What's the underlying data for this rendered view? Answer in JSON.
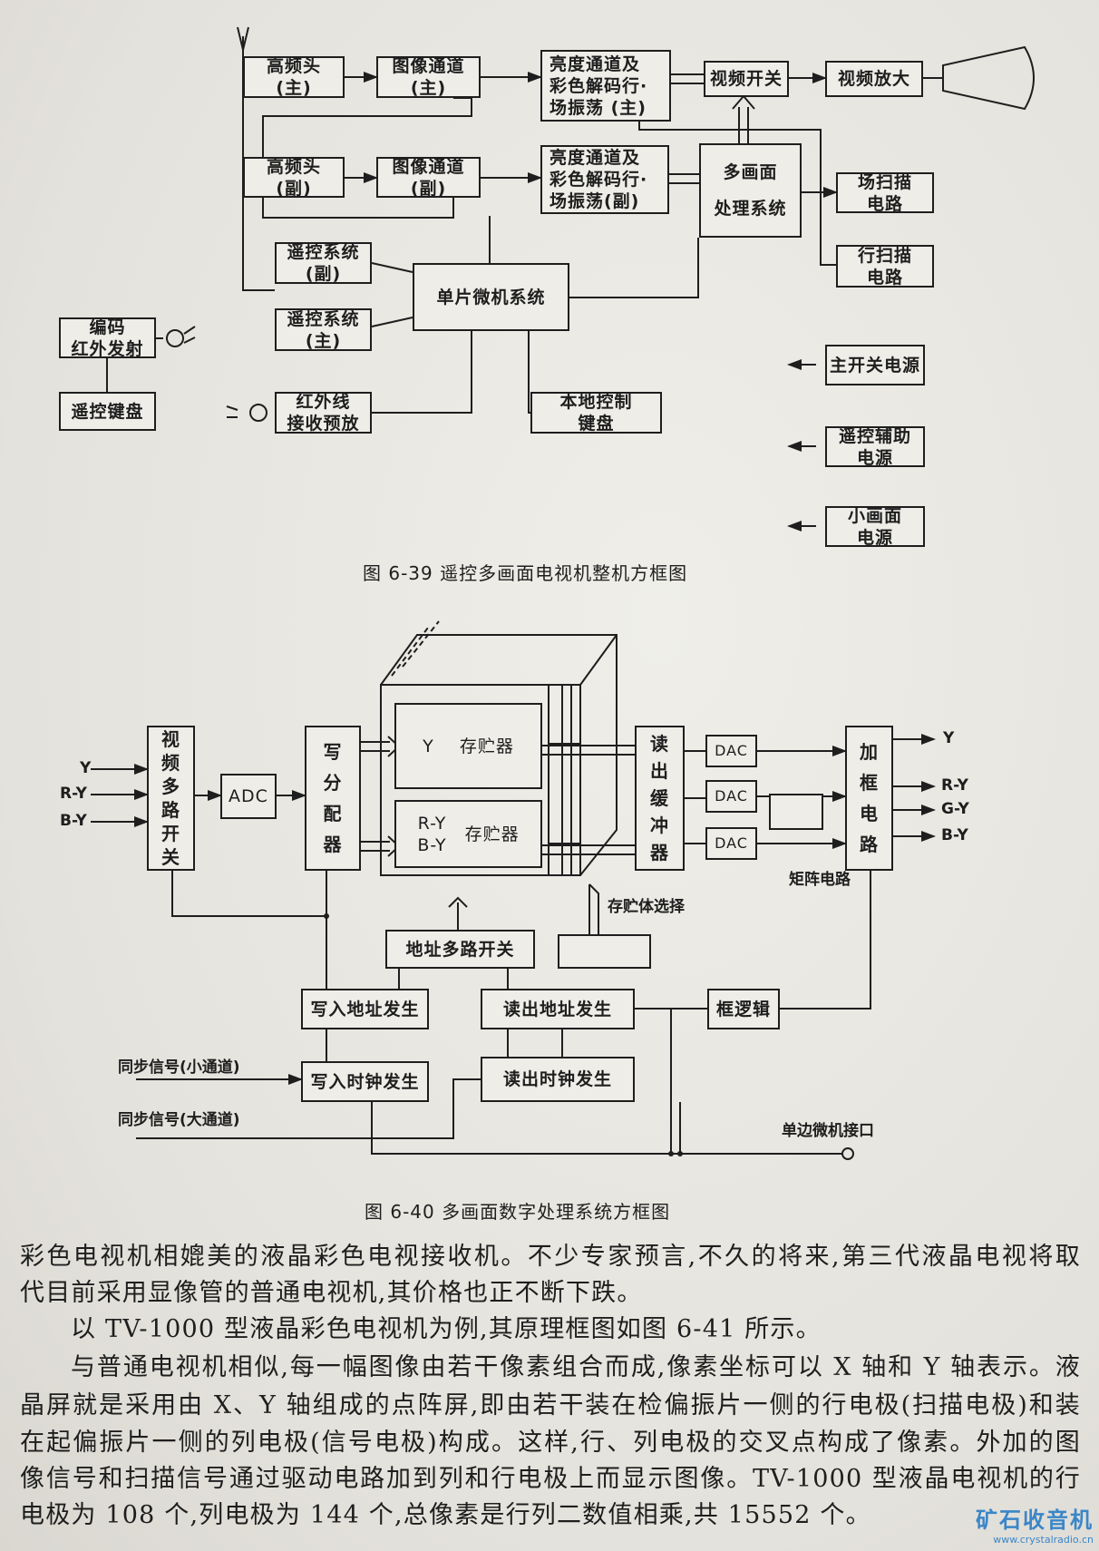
{
  "fig39": {
    "caption": "图 6-39   遥控多画面电视机整机方框图",
    "blocks": {
      "tuner_main": [
        "高频头",
        "(主)"
      ],
      "if_main": [
        "图像通道",
        "(主)"
      ],
      "luma_main": [
        "亮度通道及",
        "彩色解码行·",
        "场振荡 (主)"
      ],
      "video_switch": [
        "视频开关"
      ],
      "video_amp": [
        "视频放大"
      ],
      "tuner_sub": [
        "高频头",
        "(副)"
      ],
      "if_sub": [
        "图像通道",
        "(副)"
      ],
      "luma_sub": [
        "亮度通道及",
        "彩色解码行·",
        "场振荡(副)"
      ],
      "multi_proc": [
        "多画面",
        "处理系统"
      ],
      "vscan": [
        "场扫描",
        "电路"
      ],
      "hscan": [
        "行扫描",
        "电路"
      ],
      "remote_sub": [
        "遥控系统",
        "(副)"
      ],
      "mcu": [
        "单片微机系统"
      ],
      "remote_main": [
        "遥控系统",
        "(主)"
      ],
      "ir_tx": [
        "编码",
        "红外发射"
      ],
      "remote_keypad": [
        "遥控键盘"
      ],
      "ir_rx": [
        "红外线",
        "接收预放"
      ],
      "local_keypad": [
        "本地控制",
        "键盘"
      ],
      "main_psu": [
        "主开关电源"
      ],
      "aux_psu": [
        "遥控辅助",
        "电源"
      ],
      "pip_psu": [
        "小画面",
        "电源"
      ]
    }
  },
  "fig40": {
    "caption": "图 6-40   多画面数字处理系统方框图",
    "inputs": [
      "Y",
      "R-Y",
      "B-Y"
    ],
    "outputs": [
      "Y",
      "R-Y",
      "G-Y",
      "B-Y"
    ],
    "blocks": {
      "video_mux": [
        "视",
        "频",
        "多",
        "路",
        "开",
        "关"
      ],
      "adc": [
        "ADC"
      ],
      "write_dist": [
        "写",
        "分",
        "配",
        "器"
      ],
      "y_mem": [
        "Y    存贮器"
      ],
      "c_mem_1": "R-Y",
      "c_mem_2": "B-Y",
      "c_mem_3": "存贮器",
      "read_buf": [
        "读",
        "出",
        "缓",
        "冲",
        "器"
      ],
      "dac": [
        "DAC",
        "DAC",
        "DAC"
      ],
      "frame": [
        "加",
        "框",
        "电",
        "路"
      ],
      "addr_mux": [
        "地址多路开关"
      ],
      "write_addr": [
        "写入地址发生"
      ],
      "read_addr": [
        "读出地址发生"
      ],
      "frame_logic": [
        "框逻辑"
      ],
      "write_clk": [
        "写入时钟发生"
      ],
      "read_clk": [
        "读出时钟发生"
      ]
    },
    "labels": {
      "matrix": "矩阵电路",
      "bank_select": "存贮体选择",
      "sync_small": "同步信号(小通道)",
      "sync_large": "同步信号(大通道)",
      "mcu_port": "单边微机接口"
    }
  },
  "body": {
    "lines": [
      "彩色电视机相媲美的液晶彩色电视接收机。不少专家预言,不久的将来,第三代液晶电视将取",
      "代目前采用显像管的普通电视机,其价格也正不断下跌。",
      "以 TV-1000 型液晶彩色电视机为例,其原理框图如图 6-41 所示。",
      "与普通电视机相似,每一幅图像由若干像素组合而成,像素坐标可以 X 轴和 Y 轴表示。液",
      "晶屏就是采用由 X、Y 轴组成的点阵屏,即由若干装在检偏振片一侧的行电极(扫描电极)和装",
      "在起偏振片一侧的列电极(信号电极)构成。这样,行、列电极的交叉点构成了像素。外加的图",
      "像信号和扫描信号通过驱动电路加到列和行电极上而显示图像。TV-1000 型液晶电视机的行",
      "电极为 108 个,列电极为 144 个,总像素是行列二数值相乘,共 15552 个。"
    ]
  },
  "watermark": {
    "title": "矿石收音机",
    "url": "www.crystalradio.cn"
  }
}
